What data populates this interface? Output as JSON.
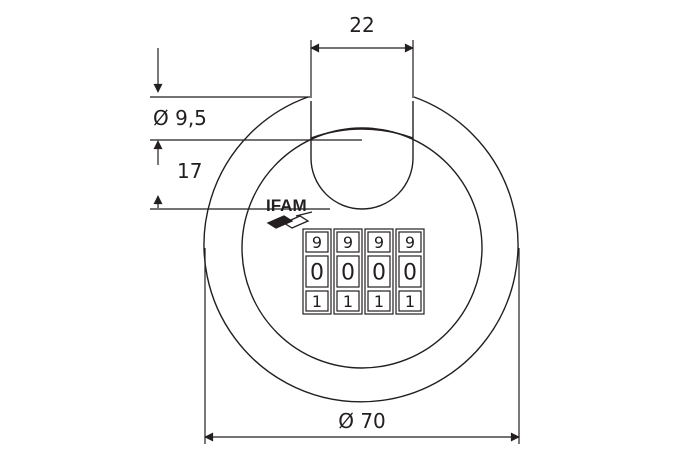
{
  "dimensions": {
    "shackle_width": "22",
    "shackle_diameter": "Ø 9,5",
    "shackle_clearance": "17",
    "body_diameter": "Ø 70"
  },
  "logo": {
    "text": "IFAM"
  },
  "dials": [
    {
      "top": "9",
      "middle": "0",
      "bottom": "1"
    },
    {
      "top": "9",
      "middle": "0",
      "bottom": "1"
    },
    {
      "top": "9",
      "middle": "0",
      "bottom": "1"
    },
    {
      "top": "9",
      "middle": "0",
      "bottom": "1"
    }
  ],
  "colors": {
    "line": "#231f20",
    "background": "#ffffff"
  }
}
